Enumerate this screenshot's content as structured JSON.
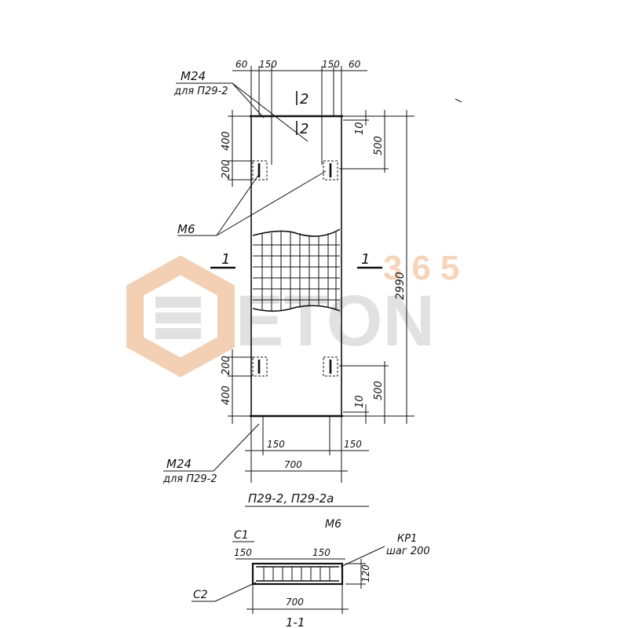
{
  "drawing": {
    "title_main": "П29-2, П29-2а",
    "title_section": "1-1",
    "cut_marks": {
      "section_1": "1",
      "section_2": "2"
    },
    "labels": {
      "m24_top": "М24",
      "m24_top_note": "для П29-2",
      "m24_bottom": "М24",
      "m24_bottom_note": "для П29-2",
      "m6_side": "М6",
      "m6_section": "М6",
      "c1": "С1",
      "c2": "С2",
      "kp1": "КР1",
      "kp1_note": "шаг 200"
    },
    "dimensions": {
      "top_60_left": "60",
      "top_150_left": "150",
      "top_150_right": "150",
      "top_60_right": "60",
      "left_400_top": "400",
      "left_200_top": "200",
      "right_10_top": "10",
      "right_500_top": "500",
      "right_2990": "2990",
      "left_200_bottom": "200",
      "left_400_bottom": "400",
      "right_10_bottom": "10",
      "right_500_bottom": "500",
      "bottom_150_left": "150",
      "bottom_700": "700",
      "bottom_150_right": "150",
      "sec_150_left": "150",
      "sec_150_right": "150",
      "sec_120": "120",
      "sec_700": "700"
    }
  },
  "watermark": {
    "brand": "ETON",
    "number": "365",
    "colors": {
      "hex": "#f2c8a8",
      "letters": "#dcdcdc",
      "number": "#f4cdb0"
    }
  }
}
